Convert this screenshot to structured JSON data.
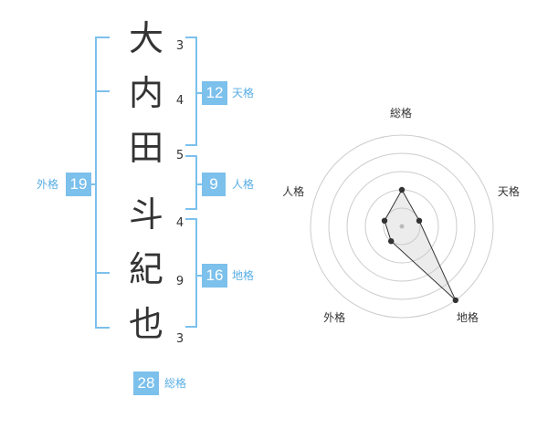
{
  "name_chars": [
    {
      "char": "大",
      "strokes": "3"
    },
    {
      "char": "内",
      "strokes": "4"
    },
    {
      "char": "田",
      "strokes": "5"
    },
    {
      "char": "斗",
      "strokes": "4"
    },
    {
      "char": "紀",
      "strokes": "9"
    },
    {
      "char": "也",
      "strokes": "3"
    }
  ],
  "kakusu": {
    "tenkaku": {
      "value": "12",
      "label": "天格"
    },
    "jinkaku": {
      "value": "9",
      "label": "人格"
    },
    "chikaku": {
      "value": "16",
      "label": "地格"
    },
    "gaikaku": {
      "value": "19",
      "label": "外格"
    },
    "soukaku": {
      "value": "28",
      "label": "総格"
    }
  },
  "colors": {
    "accent": "#7cc0ec",
    "label": "#58aee4"
  },
  "chart_data": {
    "type": "radar",
    "axes": [
      "総格",
      "天格",
      "地格",
      "外格",
      "人格"
    ],
    "values": [
      2,
      1,
      5,
      1,
      1
    ],
    "range": [
      0,
      5
    ],
    "rings": 5
  }
}
